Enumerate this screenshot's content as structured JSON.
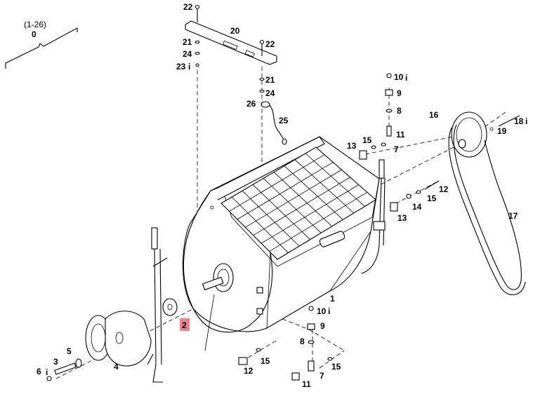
{
  "group": {
    "range": "(1-26)",
    "number": "0"
  },
  "highlight_color": "#e8848c",
  "callouts": {
    "c1": "1",
    "c2": "2",
    "c3": "3",
    "c4": "4",
    "c5": "5",
    "c6": "6",
    "c7a": "7",
    "c7b": "7",
    "c8a": "8",
    "c8b": "8",
    "c9a": "9",
    "c9b": "9",
    "c10a": "10",
    "c10b": "10",
    "c11a": "11",
    "c11b": "11",
    "c12a": "12",
    "c12b": "12",
    "c13a": "13",
    "c13b": "13",
    "c14": "14",
    "c15a": "15",
    "c15b": "15",
    "c15c": "15",
    "c15d": "15",
    "c16": "16",
    "c17": "17",
    "c18": "18",
    "c19": "19",
    "c20": "20",
    "c21a": "21",
    "c21b": "21",
    "c22a": "22",
    "c22b": "22",
    "c23": "23",
    "c24a": "24",
    "c24b": "24",
    "c25": "25",
    "c26": "26"
  },
  "info_glyph": "i"
}
